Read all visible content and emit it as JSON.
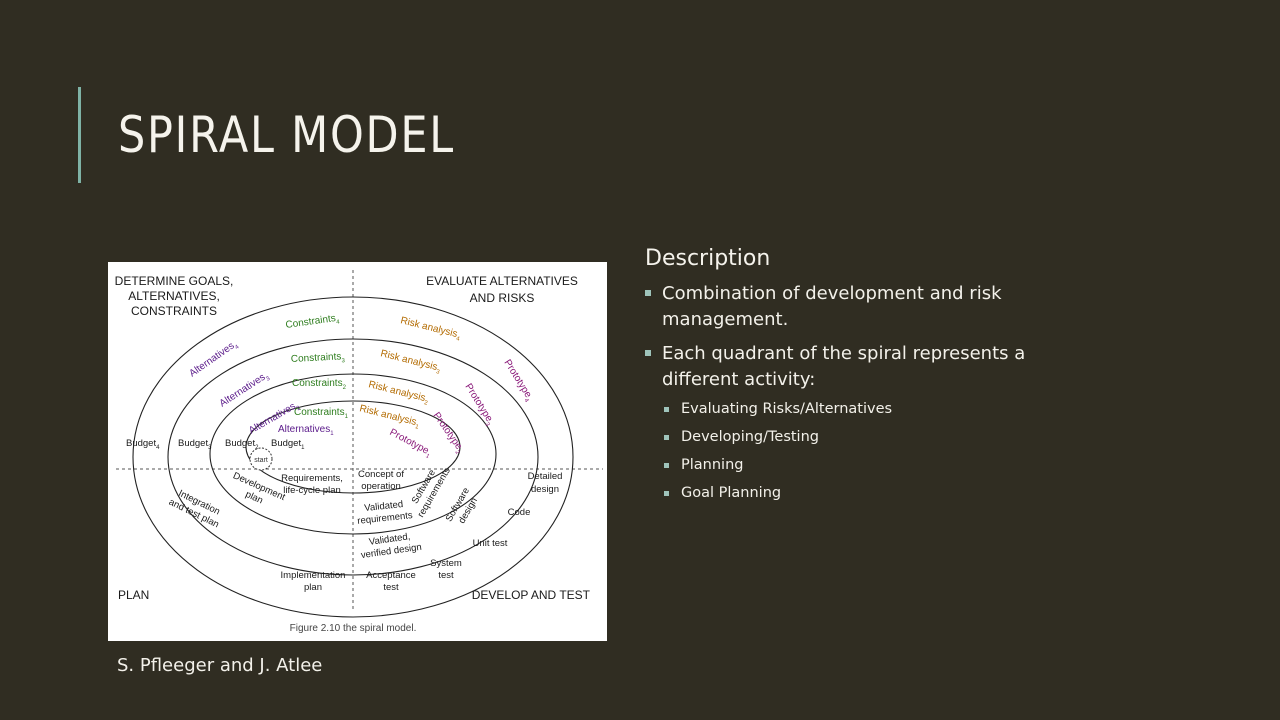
{
  "slide": {
    "title": "SPIRAL MODEL",
    "credit": "S. Pfleeger and J. Atlee"
  },
  "description": {
    "heading": "Description",
    "bullets": [
      "Combination of development and risk management.",
      "Each quadrant of the spiral represents a different activity:"
    ],
    "sub_bullets": [
      "Evaluating Risks/Alternatives",
      "Developing/Testing",
      "Planning",
      "Goal Planning"
    ]
  },
  "diagram": {
    "caption": "Figure 2.10 the spiral model.",
    "quadrants": {
      "top_left": [
        "DETERMINE GOALS,",
        "ALTERNATIVES,",
        "CONSTRAINTS"
      ],
      "top_right": [
        "EVALUATE ALTERNATIVES",
        "AND RISKS"
      ],
      "bottom_left": "PLAN",
      "bottom_right": "DEVELOP AND TEST"
    },
    "constraints": [
      {
        "text": "Constraints",
        "sub": "4"
      },
      {
        "text": "Constraints",
        "sub": "3"
      },
      {
        "text": "Constraints",
        "sub": "2"
      },
      {
        "text": "Constraints",
        "sub": "1"
      }
    ],
    "risk_analysis": [
      {
        "text": "Risk analysis",
        "sub": "4"
      },
      {
        "text": "Risk analysis",
        "sub": "3"
      },
      {
        "text": "Risk analysis",
        "sub": "2"
      },
      {
        "text": "Risk analysis",
        "sub": "1"
      }
    ],
    "prototypes": [
      {
        "text": "Prototype",
        "sub": "4"
      },
      {
        "text": "Prototype",
        "sub": "3"
      },
      {
        "text": "Prototype",
        "sub": "2"
      },
      {
        "text": "Prototype",
        "sub": "1"
      }
    ],
    "alternatives": [
      {
        "text": "Alternatives",
        "sub": "4"
      },
      {
        "text": "Alternatives",
        "sub": "3"
      },
      {
        "text": "Alternatives",
        "sub": "2"
      },
      {
        "text": "Alternatives",
        "sub": "1"
      }
    ],
    "budgets": [
      {
        "text": "Budget",
        "sub": "4"
      },
      {
        "text": "Budget",
        "sub": "3"
      },
      {
        "text": "Budget",
        "sub": "2"
      },
      {
        "text": "Budget",
        "sub": "1"
      }
    ],
    "start": "start",
    "plan_labels": {
      "requirements": [
        "Requirements,",
        "life-cycle plan"
      ],
      "development": [
        "Development",
        "plan"
      ],
      "integration": [
        "Integration",
        "and test plan"
      ],
      "implementation": [
        "Implementation",
        "plan"
      ]
    },
    "develop_labels": {
      "concept": [
        "Concept of",
        "operation"
      ],
      "software_requirements": [
        "Software",
        "requirements"
      ],
      "validated_requirements": [
        "Validated",
        "requirements"
      ],
      "software_design": [
        "Software",
        "design"
      ],
      "validated_design": [
        "Validated,",
        "verified design"
      ],
      "detailed_design": [
        "Detailed",
        "design"
      ],
      "code": "Code",
      "unit_test": "Unit test",
      "system_test": [
        "System",
        "test"
      ],
      "acceptance_test": [
        "Acceptance",
        "test"
      ]
    },
    "colors": {
      "constraints": "#2e7d1e",
      "risk": "#b36b00",
      "prototype": "#8a1a7a",
      "alternatives": "#5a1a8a",
      "ink": "#1a1a1a"
    }
  }
}
